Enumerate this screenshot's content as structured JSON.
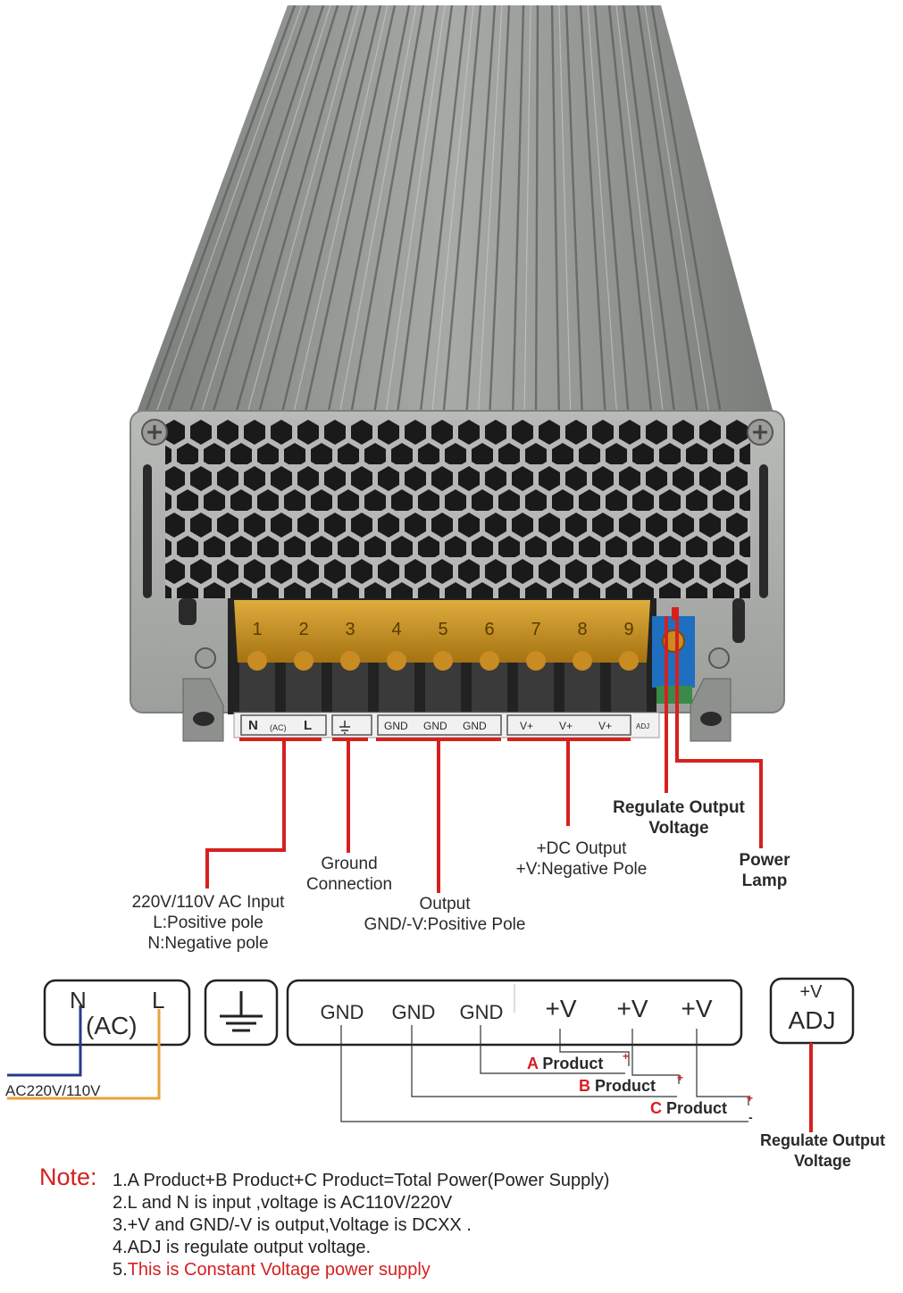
{
  "device": {
    "terminals": [
      "1",
      "2",
      "3",
      "4",
      "5",
      "6",
      "7",
      "8",
      "9"
    ],
    "label_strip": {
      "ac_group": {
        "n": "N",
        "ac": "(AC)",
        "l": "L"
      },
      "gnd_group": [
        "GND",
        "GND",
        "GND"
      ],
      "v_group": [
        "V+",
        "V+",
        "V+"
      ],
      "adj_small": "ADJ"
    }
  },
  "callouts": {
    "ac_input": [
      "220V/110V AC Input",
      "L:Positive pole",
      "N:Negative pole"
    ],
    "ground": [
      "Ground",
      "Connection"
    ],
    "output": [
      "Output",
      "GND/-V:Positive Pole"
    ],
    "dc_output": [
      "+DC Output",
      "+V:Negative Pole"
    ],
    "regulate": [
      "Regulate Output",
      "Voltage"
    ],
    "lamp": [
      "Power",
      "Lamp"
    ]
  },
  "schematic": {
    "n": "N",
    "l": "L",
    "ac": "(AC)",
    "ac_voltage": "AC220V/110V",
    "gnd": [
      "GND",
      "GND",
      "GND"
    ],
    "vplus": [
      "+V",
      "+V",
      "+V"
    ],
    "adj_top": "+V",
    "adj_bottom": "ADJ",
    "products": [
      {
        "letter": "A",
        "name": "Product"
      },
      {
        "letter": "B",
        "name": "Product"
      },
      {
        "letter": "C",
        "name": "Product"
      }
    ],
    "plus_sign": "+",
    "minus_sign": "-",
    "adj_callout": [
      "Regulate Output",
      "Voltage"
    ]
  },
  "notes": {
    "title": "Note:",
    "lines": [
      "1.A Product+B Product+C Product=Total Power(Power Supply)",
      "2.L and N is input ,voltage is AC110V/220V",
      "3.+V and  GND/-V is output,Voltage is DCXX .",
      "4.ADJ is regulate output voltage."
    ],
    "line5_number": "5.",
    "line5_text": "This is Constant Voltage power supply"
  },
  "colors": {
    "accent_red": "#d62020",
    "wire_blue": "#2a3a8a",
    "wire_orange": "#e8a23a",
    "terminal_amber": "#d9a020",
    "housing": "#8e918e"
  }
}
